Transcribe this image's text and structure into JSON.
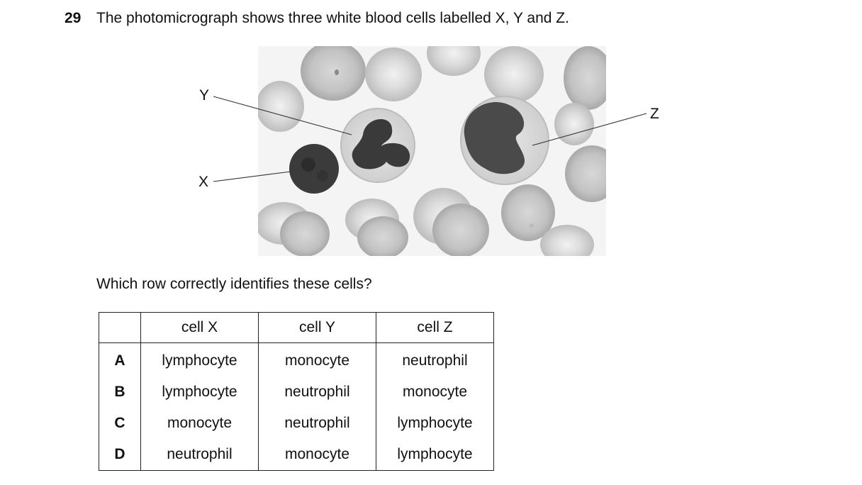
{
  "question": {
    "number": "29",
    "text": "The photomicrograph shows three white blood cells labelled X, Y and Z."
  },
  "figure": {
    "labels": {
      "x": "X",
      "y": "Y",
      "z": "Z"
    }
  },
  "prompt": "Which row correctly identifies these cells?",
  "table": {
    "headers": [
      "",
      "cell X",
      "cell Y",
      "cell Z"
    ],
    "rows": [
      {
        "key": "A",
        "x": "lymphocyte",
        "y": "monocyte",
        "z": "neutrophil"
      },
      {
        "key": "B",
        "x": "lymphocyte",
        "y": "neutrophil",
        "z": "monocyte"
      },
      {
        "key": "C",
        "x": "monocyte",
        "y": "neutrophil",
        "z": "lymphocyte"
      },
      {
        "key": "D",
        "x": "neutrophil",
        "y": "monocyte",
        "z": "lymphocyte"
      }
    ]
  }
}
